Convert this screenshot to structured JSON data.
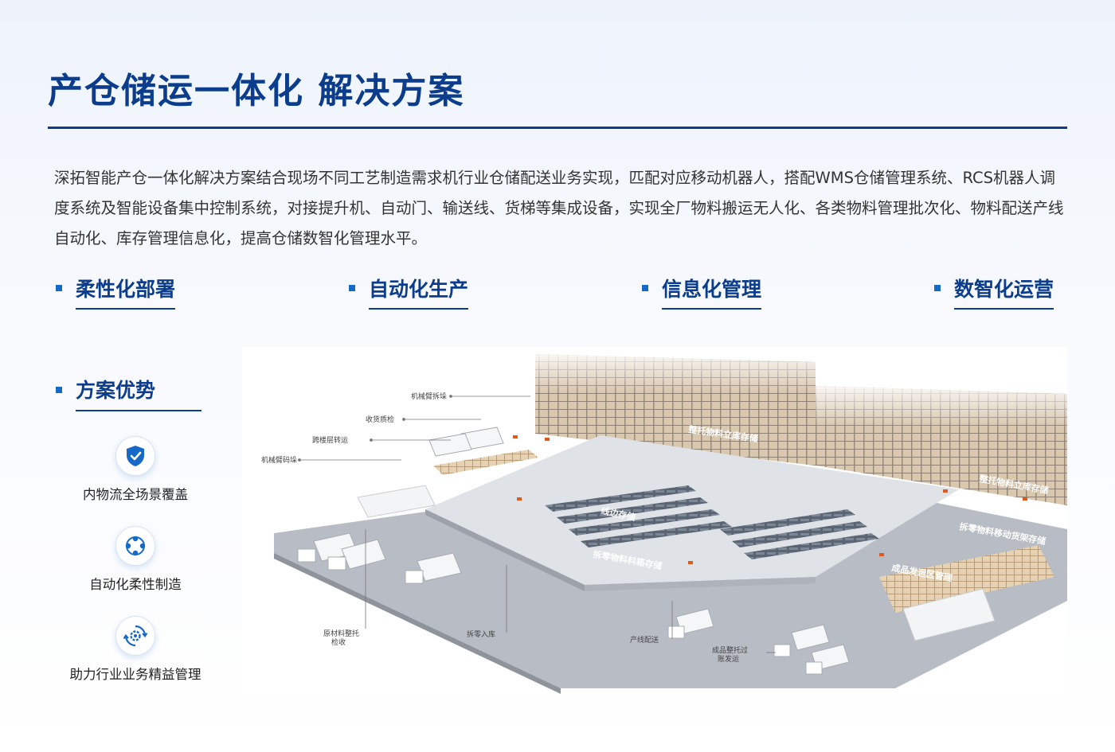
{
  "header": {
    "title": "产仓储运一体化 解决方案"
  },
  "intro": {
    "text": "深拓智能产仓一体化解决方案结合现场不同工艺制造需求机行业仓储配送业务实现，匹配对应移动机器人，搭配WMS仓储管理系统、RCS机器人调度系统及智能设备集中控制系统，对接提升机、自动门、输送线、货梯等集成设备，实现全厂物料搬运无人化、各类物料管理批次化、物料配送产线自动化、库存管理信息化，提高仓储数智化管理水平。"
  },
  "features": [
    {
      "label": "柔性化部署"
    },
    {
      "label": "自动化生产"
    },
    {
      "label": "信息化管理"
    },
    {
      "label": "数智化运营"
    }
  ],
  "advantages": {
    "title": "方案优势",
    "items": [
      {
        "label": "内物流全场景覆盖",
        "icon": "shield-check-icon"
      },
      {
        "label": "自动化柔性制造",
        "icon": "network-nodes-icon"
      },
      {
        "label": "助力行业业务精益管理",
        "icon": "gear-cycle-icon"
      }
    ]
  },
  "scene": {
    "callouts": {
      "arm_unpack": "机械臂拆垛",
      "receive_check": "收货质检",
      "cross_floor": "跨楼层转运",
      "arm_stack": "机械臂码垛",
      "raw_pallet_1": "原材料整托",
      "raw_pallet_2": "检收",
      "split_inbound": "拆零入库",
      "line_delivery": "产线配送",
      "finished_1": "成品整托过",
      "finished_2": "账发运"
    },
    "zones": {
      "pallet_store_1": "整托物料立库存储",
      "pallet_store_2": "整托物料立库存储",
      "line_side": "线边存储",
      "split_box": "拆零物料料箱存储",
      "split_shelf": "拆零物料移动货架存储",
      "finished_zone": "成品发运区管理"
    }
  },
  "colors": {
    "brand": "#0b3d8c",
    "accent": "#1769c8"
  }
}
